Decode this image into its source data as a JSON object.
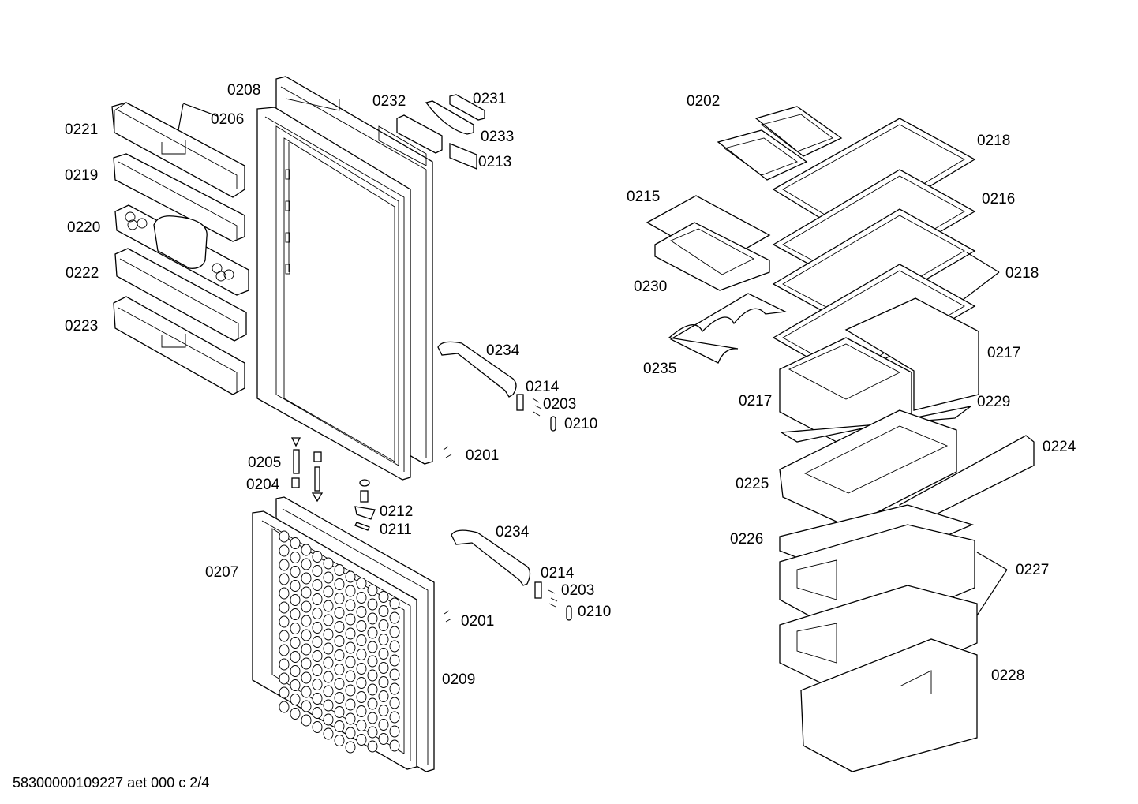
{
  "footer": {
    "code": "58300000109227 aet 000 c 2/4"
  },
  "labels": [
    {
      "id": "l-0221",
      "text": "0221"
    },
    {
      "id": "l-0219",
      "text": "0219"
    },
    {
      "id": "l-0220",
      "text": "0220"
    },
    {
      "id": "l-0222",
      "text": "0222"
    },
    {
      "id": "l-0223",
      "text": "0223"
    },
    {
      "id": "l-0208",
      "text": "0208"
    },
    {
      "id": "l-0206",
      "text": "0206"
    },
    {
      "id": "l-0232",
      "text": "0232"
    },
    {
      "id": "l-0231",
      "text": "0231"
    },
    {
      "id": "l-0233",
      "text": "0233"
    },
    {
      "id": "l-0213",
      "text": "0213"
    },
    {
      "id": "l-0234a",
      "text": "0234"
    },
    {
      "id": "l-0214a",
      "text": "0214"
    },
    {
      "id": "l-0203a",
      "text": "0203"
    },
    {
      "id": "l-0210a",
      "text": "0210"
    },
    {
      "id": "l-0201a",
      "text": "0201"
    },
    {
      "id": "l-0205",
      "text": "0205"
    },
    {
      "id": "l-0204",
      "text": "0204"
    },
    {
      "id": "l-0212",
      "text": "0212"
    },
    {
      "id": "l-0211",
      "text": "0211"
    },
    {
      "id": "l-0207",
      "text": "0207"
    },
    {
      "id": "l-0234b",
      "text": "0234"
    },
    {
      "id": "l-0214b",
      "text": "0214"
    },
    {
      "id": "l-0203b",
      "text": "0203"
    },
    {
      "id": "l-0210b",
      "text": "0210"
    },
    {
      "id": "l-0201b",
      "text": "0201"
    },
    {
      "id": "l-0209",
      "text": "0209"
    },
    {
      "id": "l-0202",
      "text": "0202"
    },
    {
      "id": "l-0218a",
      "text": "0218"
    },
    {
      "id": "l-0215",
      "text": "0215"
    },
    {
      "id": "l-0216",
      "text": "0216"
    },
    {
      "id": "l-0218b",
      "text": "0218"
    },
    {
      "id": "l-0230",
      "text": "0230"
    },
    {
      "id": "l-0217a",
      "text": "0217"
    },
    {
      "id": "l-0235",
      "text": "0235"
    },
    {
      "id": "l-0217b",
      "text": "0217"
    },
    {
      "id": "l-0229",
      "text": "0229"
    },
    {
      "id": "l-0224",
      "text": "0224"
    },
    {
      "id": "l-0225",
      "text": "0225"
    },
    {
      "id": "l-0226",
      "text": "0226"
    },
    {
      "id": "l-0227",
      "text": "0227"
    },
    {
      "id": "l-0228",
      "text": "0228"
    }
  ]
}
